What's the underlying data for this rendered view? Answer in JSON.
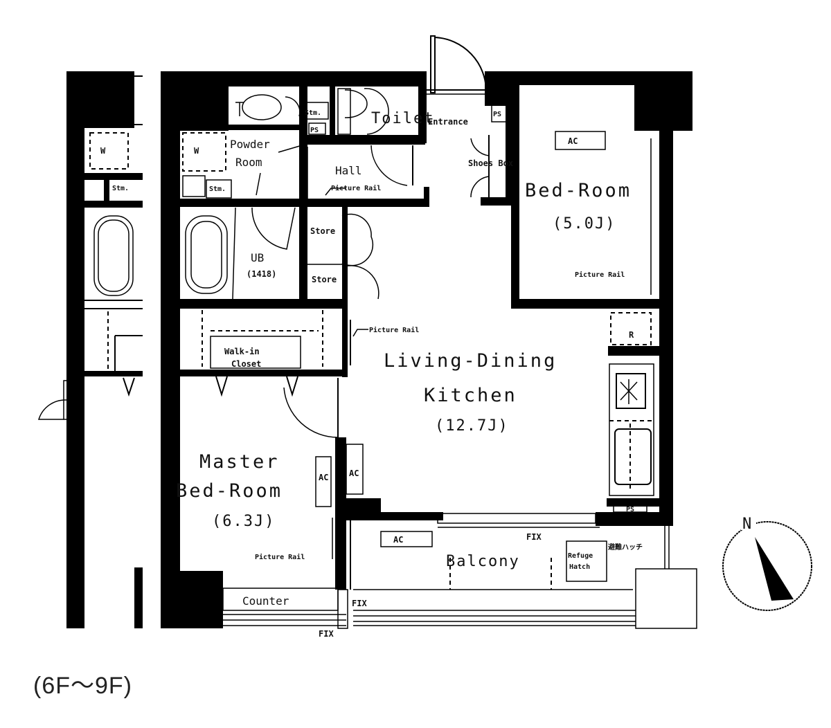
{
  "plan": {
    "floor_range": "(6F〜9F)",
    "rooms": {
      "toilet": "Toilet",
      "entrance": "Entrance",
      "powder_room_line1": "Powder",
      "powder_room_line2": "Room",
      "hall": "Hall",
      "shoes_box": "Shoes Box",
      "bedroom": "Bed-Room",
      "bedroom_size": "(5.0J)",
      "ub": "UB",
      "ub_size": "(1418)",
      "store_upper": "Store",
      "store_lower": "Store",
      "walkin_line1": "Walk-in",
      "walkin_line2": "Closet",
      "ldk_line1": "Living-Dining",
      "ldk_line2": "Kitchen",
      "ldk_size": "(12.7J)",
      "master_line1": "Master",
      "master_line2": "Bed-Room",
      "master_size": "(6.3J)",
      "balcony": "Balcony",
      "counter": "Counter"
    },
    "annotations": {
      "picture_rail_hall": "Picture Rail",
      "picture_rail_bedroom": "Picture Rail",
      "picture_rail_ldk": "Picture Rail",
      "picture_rail_master": "Picture Rail",
      "ac_bedroom": "AC",
      "ac_balcony": "AC",
      "ac_ldk": "AC",
      "ac_master": "AC",
      "ps_entrance": "PS",
      "ps_powder": "PS",
      "ps_kitchen": "PS",
      "stm_powder": "Stm.",
      "stm_wash": "Stm.",
      "stm_neighbor": "Stm.",
      "fridge": "R",
      "washer": "W",
      "washer_neighbor": "W",
      "fix_balcony": "FIX",
      "fix_master_right": "FIX",
      "fix_master_bottom": "FIX",
      "refuge_hatch_line1": "Refuge",
      "refuge_hatch_line2": "Hatch",
      "refuge_note": "避難ハッチ"
    },
    "compass": {
      "north_label": "N"
    }
  }
}
